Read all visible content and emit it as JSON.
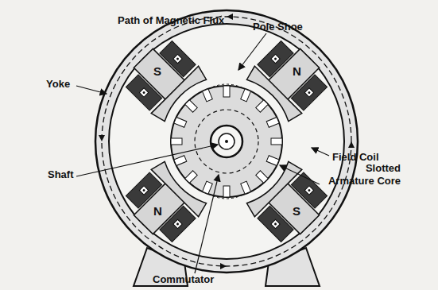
{
  "diagram": {
    "labels": [
      "Path of Magnetic Flux",
      "Pole Shoe",
      "Yoke",
      "Field Coil",
      "Shaft",
      "Slotted Armature Core",
      "Commutator",
      "S",
      "N",
      "S",
      "N"
    ]
  }
}
